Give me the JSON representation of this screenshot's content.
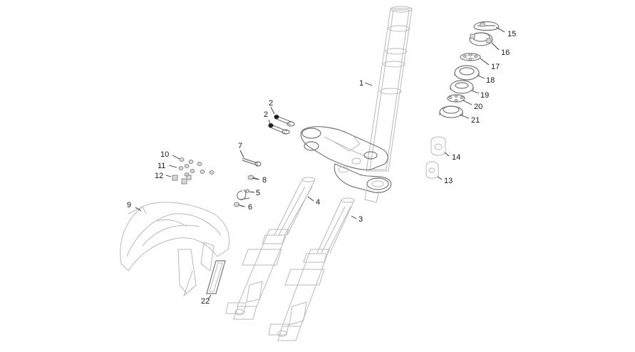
{
  "labels": {
    "p1": "1",
    "p2a": "2",
    "p2b": "2",
    "p3": "3",
    "p4": "4",
    "p5": "5",
    "p6": "6",
    "p7": "7",
    "p8": "8",
    "p9": "9",
    "p10": "10",
    "p11": "11",
    "p12": "12",
    "p13": "13",
    "p14": "14",
    "p15": "15",
    "p16": "16",
    "p17": "17",
    "p18": "18",
    "p19": "19",
    "p20": "20",
    "p21": "21",
    "p22": "22"
  }
}
